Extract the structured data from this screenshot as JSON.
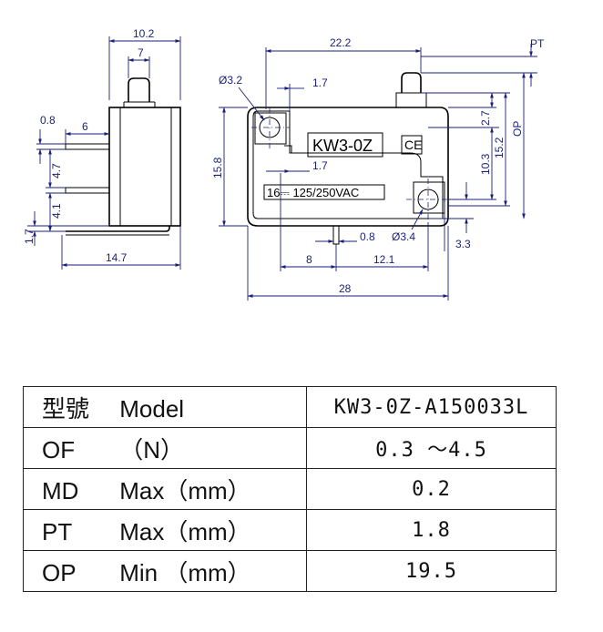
{
  "drawing": {
    "model_mark": "KW3-0Z",
    "ce_mark": "CE",
    "rating_mark": "16⎓ 125/250VAC",
    "dims": {
      "side_width_outer": "10.2",
      "side_width_plunger": "7",
      "terminal_pitch": "6",
      "terminal_thickness": "0.8",
      "terminal_spacing": "4.7",
      "terminal_offset": "4.1",
      "base_offset": "1.7",
      "side_length": "14.7",
      "hole_top_dia": "Ø3.2",
      "top_offset": "1.7",
      "length_top": "22.2",
      "pt": "PT",
      "op": "OP",
      "height_2_7": "2.7",
      "height_15_2": "15.2",
      "height_10_3": "10.3",
      "height_15_8": "15.8",
      "mid_offset": "1.7",
      "hole_bottom_dia": "Ø3.4",
      "pin_offset": "0.8",
      "pin_dist_8": "8",
      "pin_dist_12_1": "12.1",
      "hole_edge": "3.3",
      "total_length": "28"
    }
  },
  "table": {
    "rows": [
      {
        "param": "型號",
        "qualifier": "Model",
        "value": "KW3-0Z-A150033L"
      },
      {
        "param": "OF",
        "qualifier": "（N）",
        "value": "0.3 ～4.5"
      },
      {
        "param": "MD",
        "qualifier": "Max（mm）",
        "value": "0.2"
      },
      {
        "param": "PT",
        "qualifier": "Max（mm）",
        "value": "1.8"
      },
      {
        "param": "OP",
        "qualifier": "Min （mm）",
        "value": "19.5"
      }
    ]
  }
}
